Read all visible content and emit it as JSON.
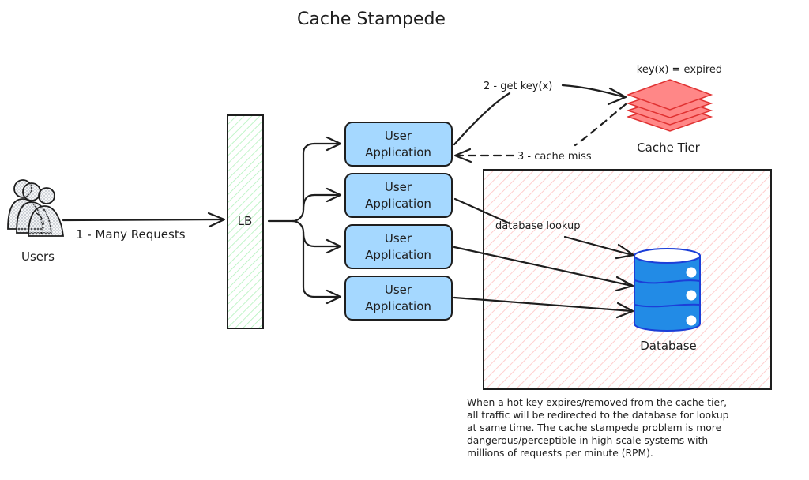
{
  "title": "Cache Stampede",
  "users": {
    "label": "Users",
    "icon": "users-icon"
  },
  "edges": {
    "many_requests": "1 - Many Requests",
    "get_key": "2 - get key(x)",
    "cache_miss": "3 - cache miss",
    "database_lookup": "database lookup"
  },
  "load_balancer": {
    "label": "LB",
    "fill_color": "#b2f2bb"
  },
  "apps": [
    {
      "line1": "User",
      "line2": "Application"
    },
    {
      "line1": "User",
      "line2": "Application"
    },
    {
      "line1": "User",
      "line2": "Application"
    },
    {
      "line1": "User",
      "line2": "Application"
    }
  ],
  "app_fill_color": "#a5d8ff",
  "cache": {
    "label": "Cache Tier",
    "status": "key(x) = expired",
    "fill_color": "#ff8787",
    "stroke_color": "#e03131"
  },
  "database": {
    "label": "Database",
    "fill_color": "#228be6",
    "stroke_color": "#1c3fd8"
  },
  "zone_hatch_color": "#ffc9c9",
  "note": {
    "lines": [
      "When a hot key expires/removed from the cache tier,",
      "all traffic will be redirected to the database for lookup",
      "at same time. The cache stampede problem is more",
      "dangerous/perceptible in high-scale systems with",
      "millions of requests per minute (RPM)."
    ]
  }
}
